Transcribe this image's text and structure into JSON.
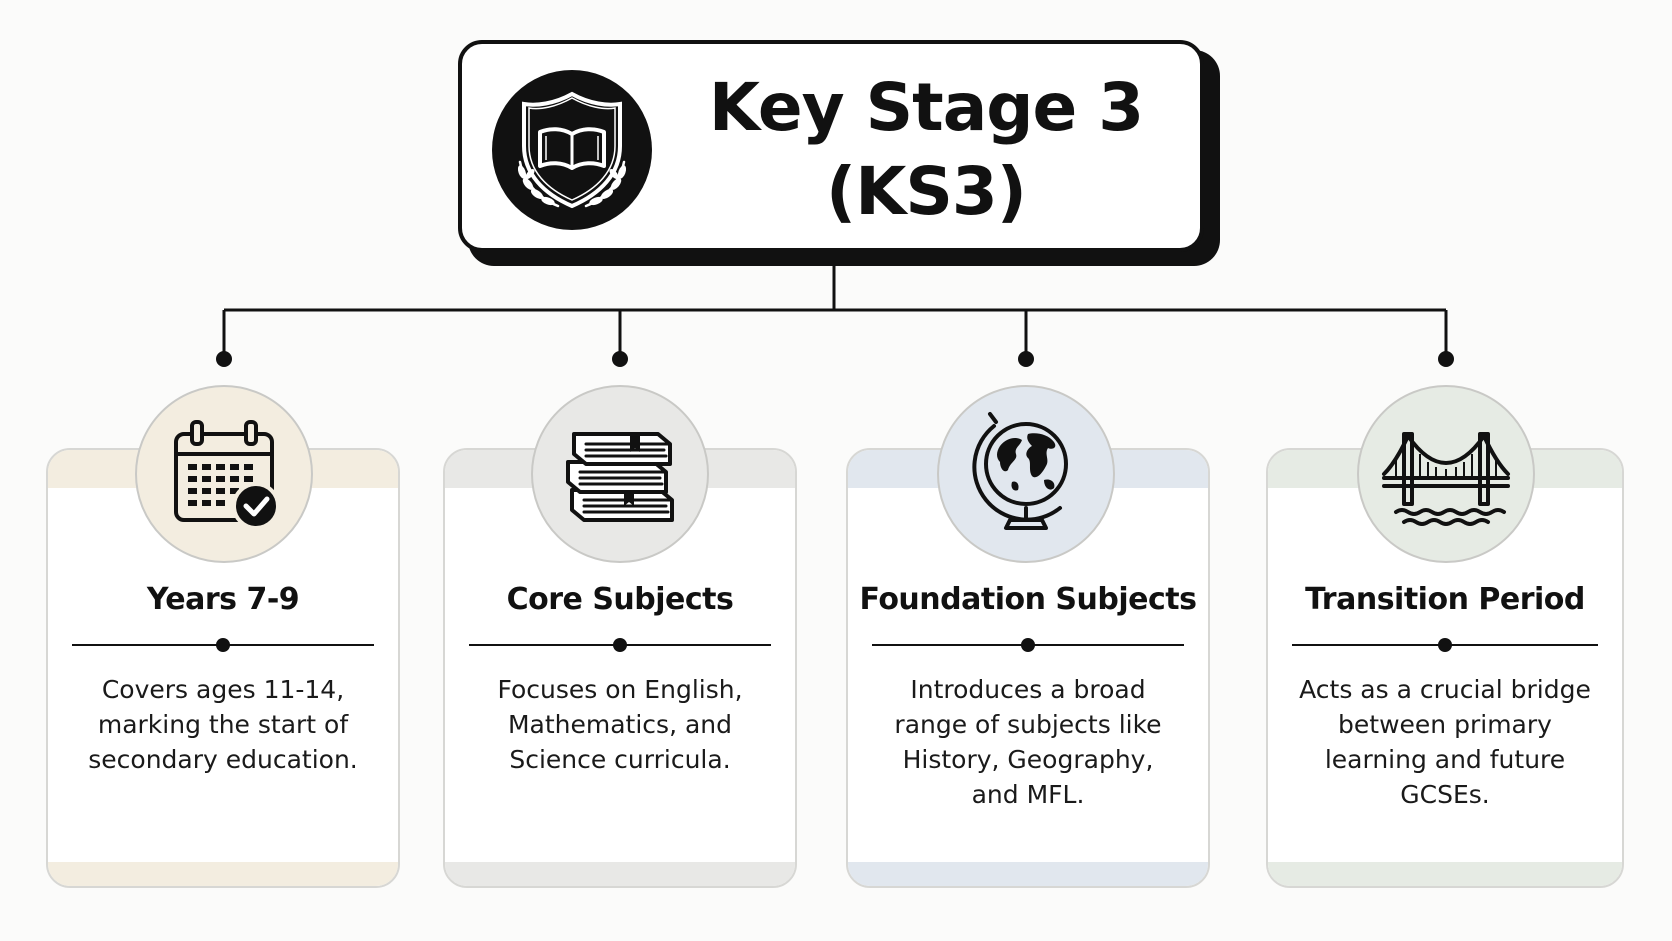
{
  "header": {
    "title_line1": "Key Stage 3",
    "title_line2": "(KS3)",
    "emblem_icon": "shield-book-laurel-icon"
  },
  "cards": [
    {
      "title": "Years 7-9",
      "description": "Covers ages 11-14, marking the start of secondary education.",
      "icon": "calendar-check-icon",
      "accent": "#f3ede0"
    },
    {
      "title": "Core Subjects",
      "description": "Focuses on English, Mathematics, and Science curricula.",
      "icon": "book-stack-icon",
      "accent": "#e8e8e6"
    },
    {
      "title": "Foundation Subjects",
      "description": "Introduces a broad range of subjects like History, Geography, and MFL.",
      "icon": "globe-icon",
      "accent": "#e1e7ee"
    },
    {
      "title": "Transition Period",
      "description": "Acts as a crucial bridge between primary learning and future GCSEs.",
      "icon": "bridge-icon",
      "accent": "#e6ebe4"
    }
  ]
}
